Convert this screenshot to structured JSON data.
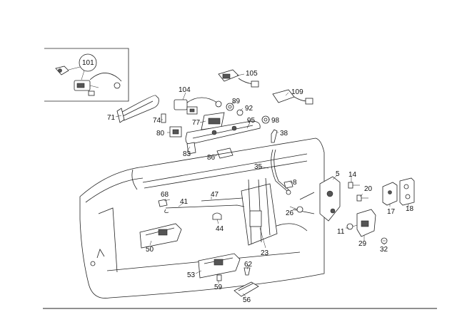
{
  "diagram": {
    "labels": [
      "101",
      "105",
      "104",
      "109",
      "89",
      "92",
      "71",
      "74",
      "77",
      "95",
      "98",
      "80",
      "38",
      "83",
      "86",
      "35",
      "5",
      "14",
      "8",
      "20",
      "68",
      "41",
      "47",
      "26",
      "17",
      "18",
      "44",
      "11",
      "29",
      "32",
      "50",
      "23",
      "62",
      "53",
      "59",
      "56"
    ]
  }
}
